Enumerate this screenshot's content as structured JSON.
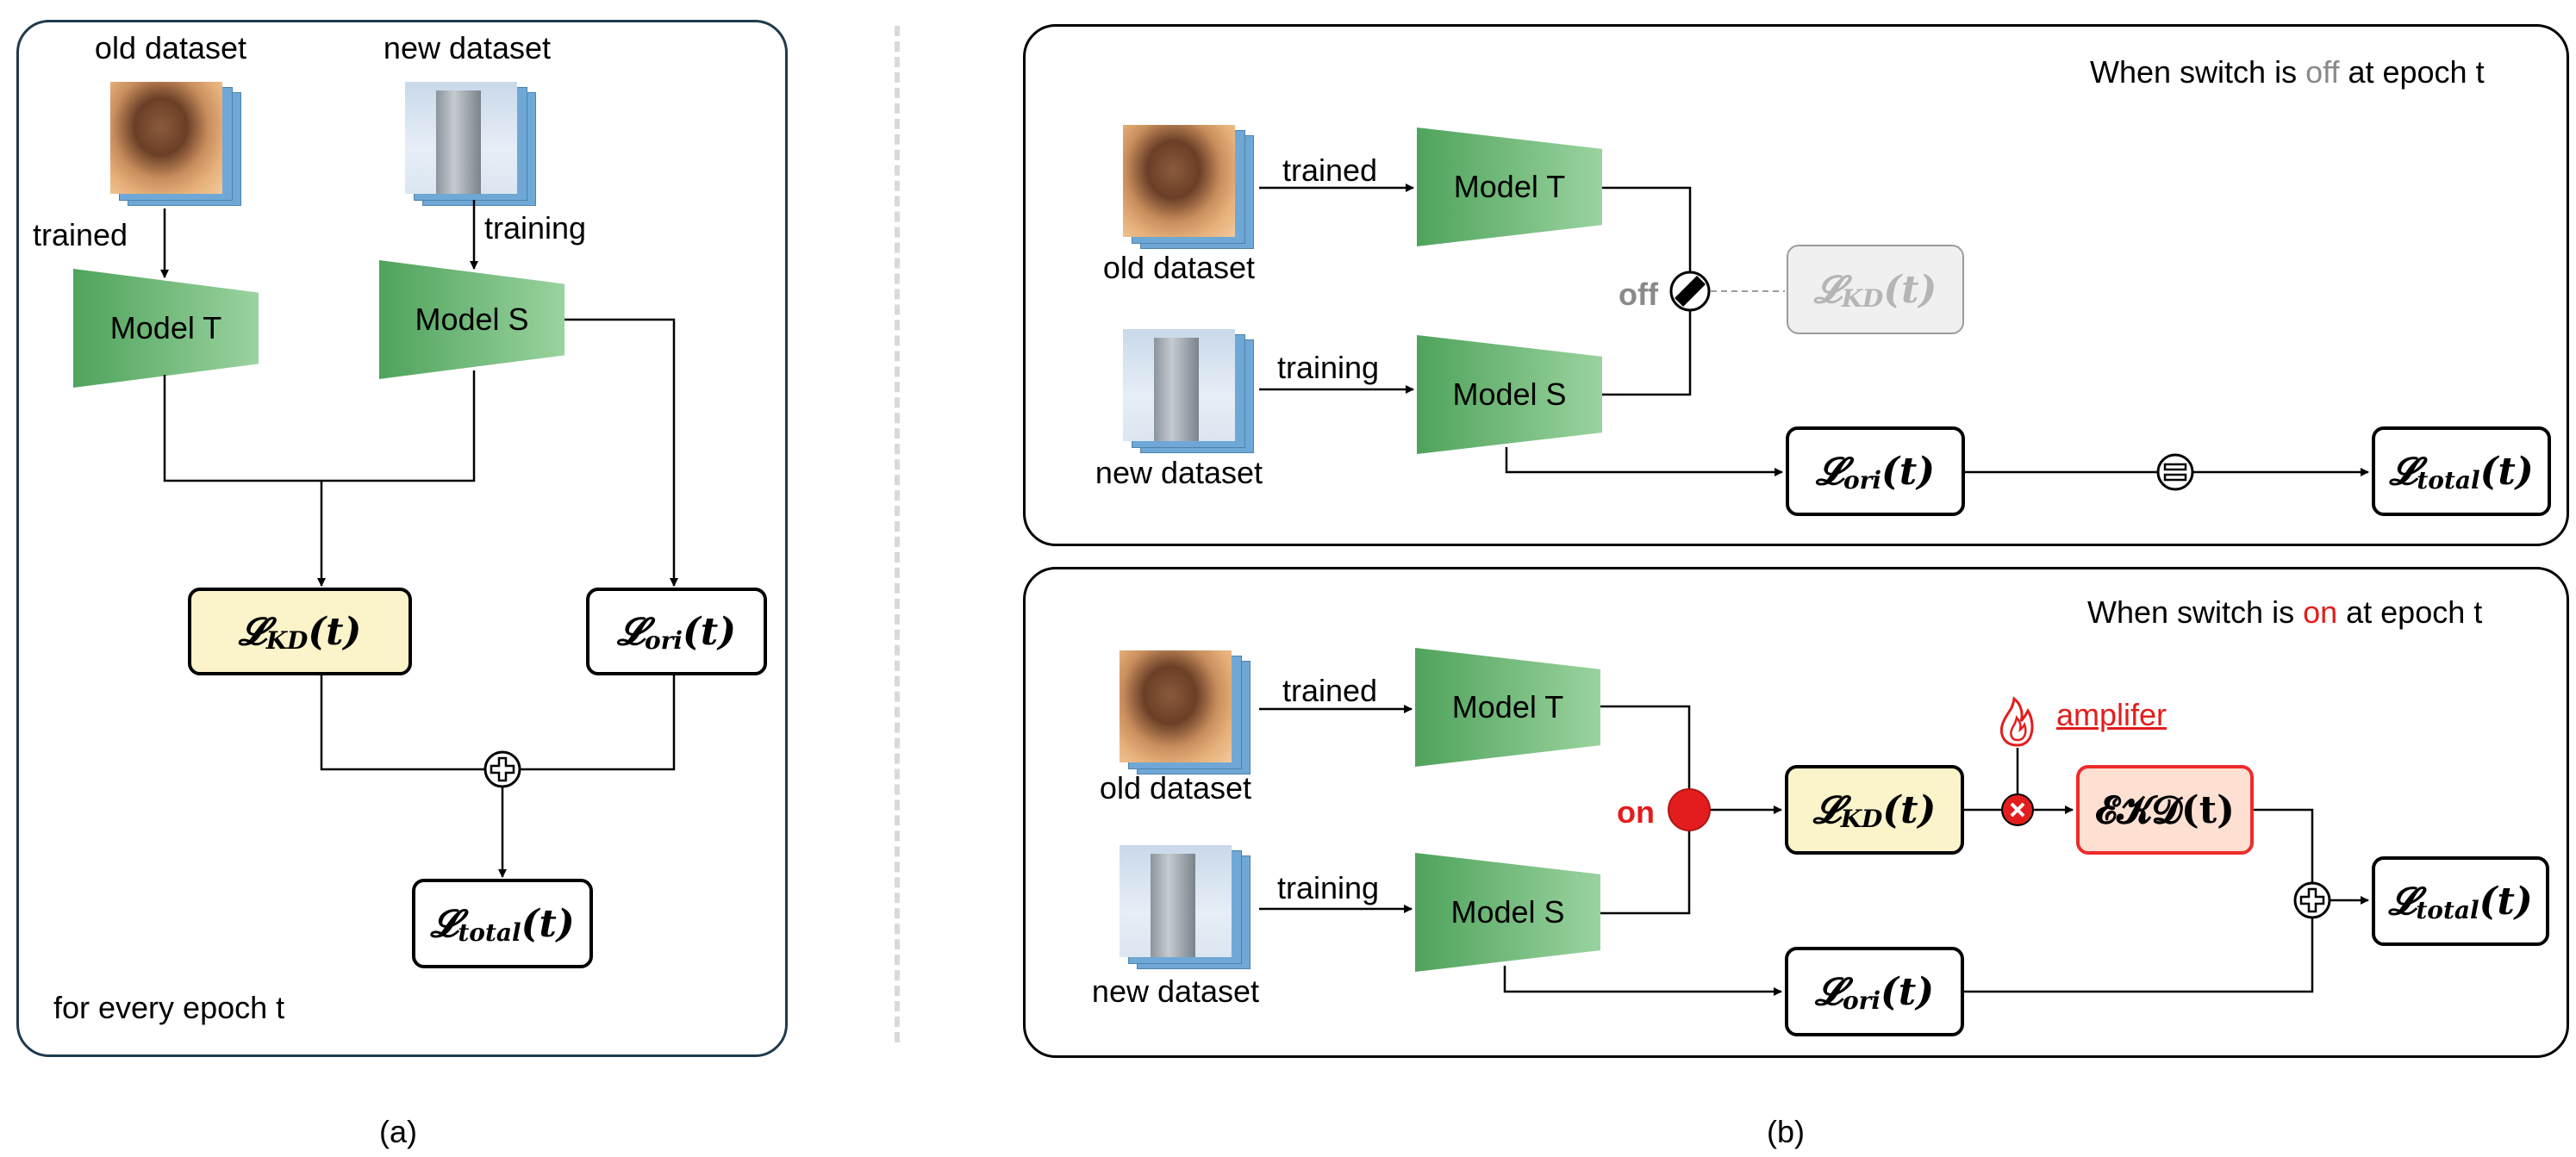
{
  "panel_a": {
    "old_dataset": "old dataset",
    "new_dataset": "new dataset",
    "trained": "trained",
    "training": "training",
    "model_t": "Model T",
    "model_s": "Model S",
    "loss_kd": "𝓛",
    "loss_kd_sub": "KD",
    "loss_ori": "𝓛",
    "loss_ori_sub": "ori",
    "loss_total": "𝓛",
    "loss_total_sub": "total",
    "t_arg": "(t)",
    "footer": "for every epoch t"
  },
  "panel_b_off": {
    "title_pre": "When switch is ",
    "title_state": "off",
    "title_post": " at epoch t",
    "trained": "trained",
    "training": "training",
    "old_dataset": "old dataset",
    "new_dataset": "new dataset",
    "model_t": "Model T",
    "model_s": "Model S",
    "switch_label": "off"
  },
  "panel_b_on": {
    "title_pre": "When switch is ",
    "title_state": "on",
    "title_post": " at epoch t",
    "trained": "trained",
    "training": "training",
    "old_dataset": "old dataset",
    "new_dataset": "new dataset",
    "model_t": "Model T",
    "model_s": "Model S",
    "switch_label": "on",
    "amplifier": "amplifer",
    "ekd": "𝓔𝓚𝓓(t)"
  },
  "captions": {
    "a": "(a)",
    "b": "(b)"
  },
  "colors": {
    "switch_off_gray": "#8a8a8a",
    "switch_on_red": "#e31d1d",
    "kd_fill": "#fbf3c9",
    "ekd_fill": "#fde0d2"
  }
}
